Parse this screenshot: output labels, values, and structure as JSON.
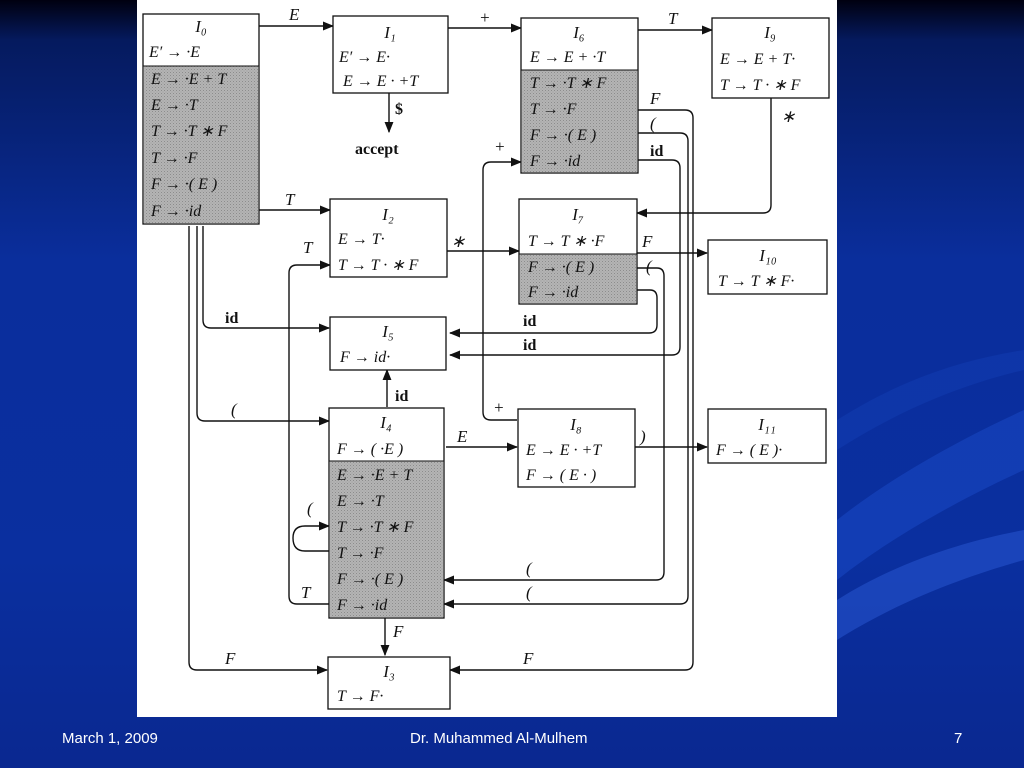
{
  "footer": {
    "date": "March 1, 2009",
    "author": "Dr. Muhammed Al-Mulhem",
    "page": "7"
  },
  "diagram": {
    "states": [
      {
        "id": "I0",
        "label": "I₀",
        "kernel": [
          "E′ → ·E"
        ],
        "closure": [
          "E → ·E + T",
          "E → ·T",
          "T → ·T ∗ F",
          "T → ·F",
          "F → ·( E )",
          "F → ·id"
        ]
      },
      {
        "id": "I1",
        "label": "I₁",
        "kernel": [
          "E′ → E·",
          "E → E · +T"
        ],
        "closure": []
      },
      {
        "id": "I2",
        "label": "I₂",
        "kernel": [
          "E → T·",
          "T → T · ∗ F"
        ],
        "closure": []
      },
      {
        "id": "I3",
        "label": "I₃",
        "kernel": [
          "T → F·"
        ],
        "closure": []
      },
      {
        "id": "I4",
        "label": "I₄",
        "kernel": [
          "F → (  ·E )"
        ],
        "closure": [
          "E → ·E + T",
          "E → ·T",
          "T → ·T ∗ F",
          "T → ·F",
          "F → ·( E )",
          "F → ·id"
        ]
      },
      {
        "id": "I5",
        "label": "I₅",
        "kernel": [
          "F → id·"
        ],
        "closure": []
      },
      {
        "id": "I6",
        "label": "I₆",
        "kernel": [
          "E → E + ·T"
        ],
        "closure": [
          "T → ·T ∗ F",
          "T → ·F",
          "F → ·( E )",
          "F → ·id"
        ]
      },
      {
        "id": "I7",
        "label": "I₇",
        "kernel": [
          "T → T ∗ ·F"
        ],
        "closure": [
          "F → ·( E )",
          "F → ·id"
        ]
      },
      {
        "id": "I8",
        "label": "I₈",
        "kernel": [
          "E → E · +T",
          "F → ( E · )"
        ],
        "closure": []
      },
      {
        "id": "I9",
        "label": "I₉",
        "kernel": [
          "E → E + T·",
          "T → T · ∗ F"
        ],
        "closure": []
      },
      {
        "id": "I10",
        "label": "I₁₀",
        "kernel": [
          "T → T ∗ F·"
        ],
        "closure": []
      },
      {
        "id": "I11",
        "label": "I₁₁",
        "kernel": [
          "F → ( E )·"
        ],
        "closure": []
      }
    ],
    "accept_label": "accept",
    "edge_labels": {
      "e_I0_I1": "E",
      "e_I1_I6": "+",
      "e_I6_I9": "T",
      "e_I1_acc": "$",
      "e_I6_I3": "F",
      "e_I6_I4": "(",
      "e_I6_I5": "id",
      "e_I8_I6_top": "+",
      "e_I0_I2": "T",
      "e_I4_I2": "T",
      "e_I2_I7": "∗",
      "e_I9_I7": "∗",
      "e_I7_I10": "F",
      "e_I7_I4": "(",
      "e_I0_I5": "id",
      "e_I7_I5": "id",
      "e_I6_I5b": "id",
      "e_I4_I5": "id",
      "e_I0_I4": "(",
      "e_I8_I6": "+",
      "e_I4_I8": "E",
      "e_I8_I11": ")",
      "e_I4_I4": "(",
      "e_I7_I4b": "(",
      "e_I6_I4b": "(",
      "e_I4_I2b": "T",
      "e_I4_I3": "F",
      "e_I0_I3": "F",
      "e_I6_I3b": "F"
    }
  }
}
